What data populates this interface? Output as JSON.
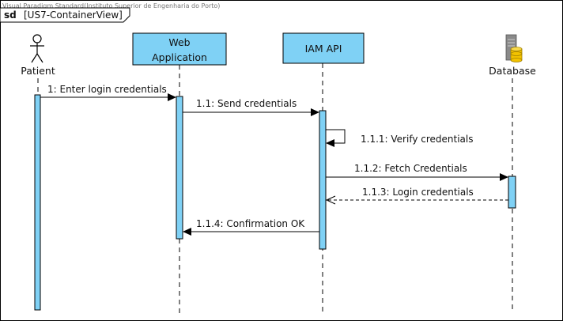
{
  "watermark": "Visual Paradigm Standard(Instituto Superior de Engenharia do Porto)",
  "frame": {
    "keyword": "sd",
    "name": "[US7-ContainerView]"
  },
  "lifelines": {
    "patient": {
      "label": "Patient",
      "kind": "actor"
    },
    "web_app": {
      "label_line1": "Web",
      "label_line2": "Application",
      "kind": "box"
    },
    "iam_api": {
      "label": "IAM API",
      "kind": "box"
    },
    "database": {
      "label": "Database",
      "kind": "database"
    }
  },
  "messages": [
    {
      "id": "m1",
      "label": "1: Enter login credentials",
      "from": "patient",
      "to": "web_app",
      "type": "sync"
    },
    {
      "id": "m11",
      "label": "1.1: Send credentials",
      "from": "web_app",
      "to": "iam_api",
      "type": "sync"
    },
    {
      "id": "m111",
      "label": "1.1.1: Verify credentials",
      "from": "iam_api",
      "to": "iam_api",
      "type": "self"
    },
    {
      "id": "m112",
      "label": "1.1.2: Fetch Credentials",
      "from": "iam_api",
      "to": "database",
      "type": "sync"
    },
    {
      "id": "m113",
      "label": "1.1.3: Login credentials",
      "from": "database",
      "to": "iam_api",
      "type": "return"
    },
    {
      "id": "m114",
      "label": "1.1.4: Confirmation OK",
      "from": "iam_api",
      "to": "web_app",
      "type": "sync"
    }
  ],
  "colors": {
    "lifeline_fill": "#7fd1f5",
    "activation_fill": "#7fd1f5",
    "database_cylinder": "#f2c200",
    "database_server": "#8a8a8a",
    "line": "#000000"
  }
}
